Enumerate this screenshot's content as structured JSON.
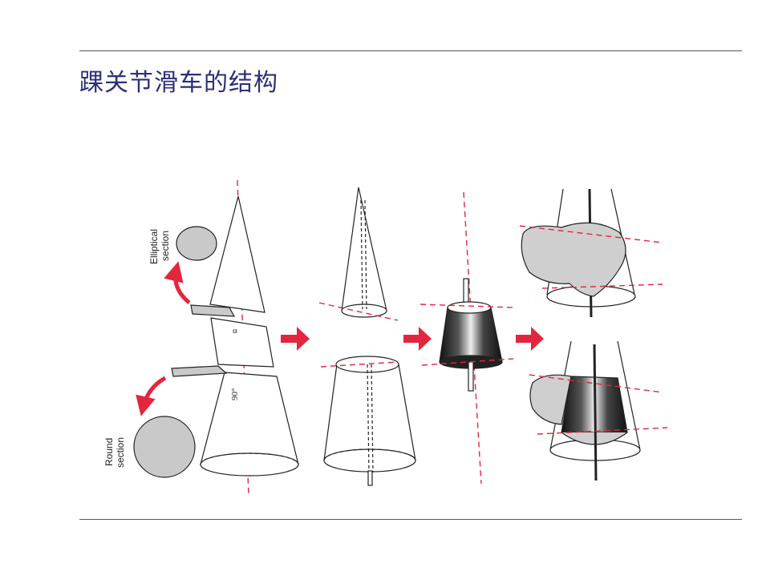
{
  "slide": {
    "title": "踝关节滑车的结构"
  },
  "diagram": {
    "labels": {
      "elliptical_1": "Elliptical",
      "elliptical_2": "section",
      "round_1": "Round",
      "round_2": "section",
      "alpha": "α",
      "ninety": "90°"
    },
    "colors": {
      "red": "#e3263e",
      "gray_fill": "#c9c9c9",
      "stroke": "#222222"
    }
  }
}
